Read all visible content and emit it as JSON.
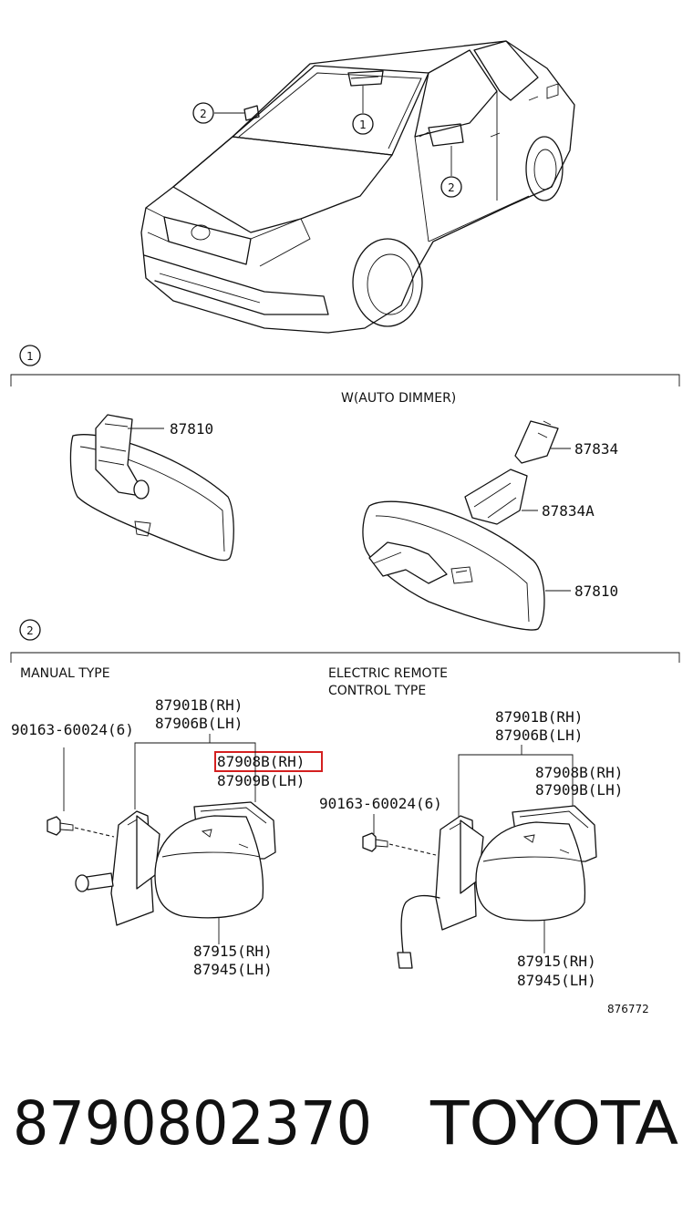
{
  "callouts": {
    "one": "1",
    "two": "2"
  },
  "section1": {
    "variant_label": "W(AUTO DIMMER)",
    "labels": {
      "left_mirror": "87810",
      "bracket_cover": "87834",
      "bracket": "87834A",
      "right_mirror": "87810"
    }
  },
  "section2": {
    "manual": {
      "title": "MANUAL TYPE",
      "screw": "90163-60024(6)",
      "assy_rh": "87901B(RH)",
      "assy_lh": "87906B(LH)",
      "cover_rh": "87908B(RH)",
      "cover_lh": "87909B(LH)",
      "body_rh": "87915(RH)",
      "body_lh": "87945(LH)"
    },
    "electric": {
      "title_line1": "ELECTRIC REMOTE",
      "title_line2": "CONTROL TYPE",
      "screw": "90163-60024(6)",
      "assy_rh": "87901B(RH)",
      "assy_lh": "87906B(LH)",
      "cover_rh": "87908B(RH)",
      "cover_lh": "87909B(LH)",
      "body_rh": "87915(RH)",
      "body_lh": "87945(LH)"
    },
    "figure_number": "876772"
  },
  "footer": {
    "part_number": "8790802370",
    "brand": "TOYOTA"
  },
  "colors": {
    "highlight": "#d42020",
    "ink": "#111111"
  }
}
